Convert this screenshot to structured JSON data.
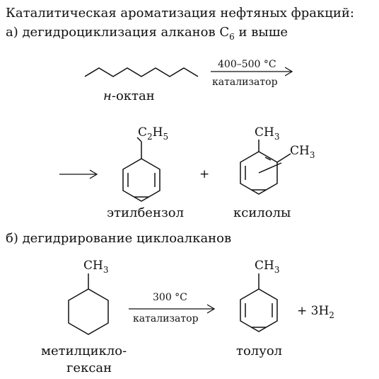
{
  "title": "Каталитическая ароматизация нефтяных фракций:",
  "section_a": {
    "heading_main": "а) дегидроциклизация алканов C",
    "heading_sub": "6",
    "heading_tail": " и выше",
    "reactant_label_italic": "н",
    "reactant_label_rest": "-октан",
    "condition_temp": "400–500 °C",
    "condition_catalyst": "катализатор",
    "product1_group": "C",
    "product1_group_sub1": "2",
    "product1_group_h": "H",
    "product1_group_sub2": "5",
    "product1_label": "этилбензол",
    "plus": "+",
    "product2_group1": "CH",
    "product2_group1_sub": "3",
    "product2_group2": "CH",
    "product2_group2_sub": "3",
    "product2_label": "ксилолы"
  },
  "section_b": {
    "heading": "б) дегидрирование циклоалканов",
    "reactant_group": "CH",
    "reactant_group_sub": "3",
    "reactant_label_line1": "метилцикло-",
    "reactant_label_line2": "гексан",
    "condition_temp": "300 °C",
    "condition_catalyst": "катализатор",
    "product_group": "CH",
    "product_group_sub": "3",
    "product_label": "толуол",
    "byproduct": "+ 3H",
    "byproduct_sub": "2"
  }
}
